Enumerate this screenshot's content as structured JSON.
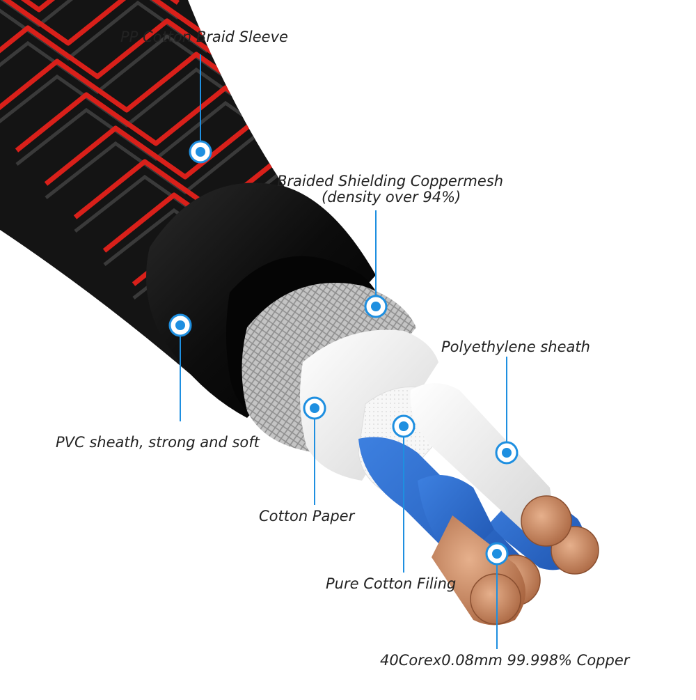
{
  "colors": {
    "accent": "#1e8fe0",
    "braid_red": "#d9201a",
    "braid_black": "#1a1a1a",
    "pvc": "#111111",
    "shield": "#b8b8b8",
    "paper": "#f4f4f4",
    "core_blue": "#2f6fd1",
    "core_white": "#f0f0f0",
    "copper": "#c98a63"
  },
  "labels": {
    "sleeve": "PP Cotton Braid Sleeve",
    "shield_line1": "Braided Shielding Coppermesh",
    "shield_line2": "(density over 94%)",
    "polyethylene": "Polyethylene sheath",
    "pvc": "PVC sheath, strong and soft",
    "cotton_paper": "Cotton Paper",
    "cotton_filling": "Pure Cotton Filing",
    "copper": "40Corex0.08mm 99.998% Copper"
  }
}
